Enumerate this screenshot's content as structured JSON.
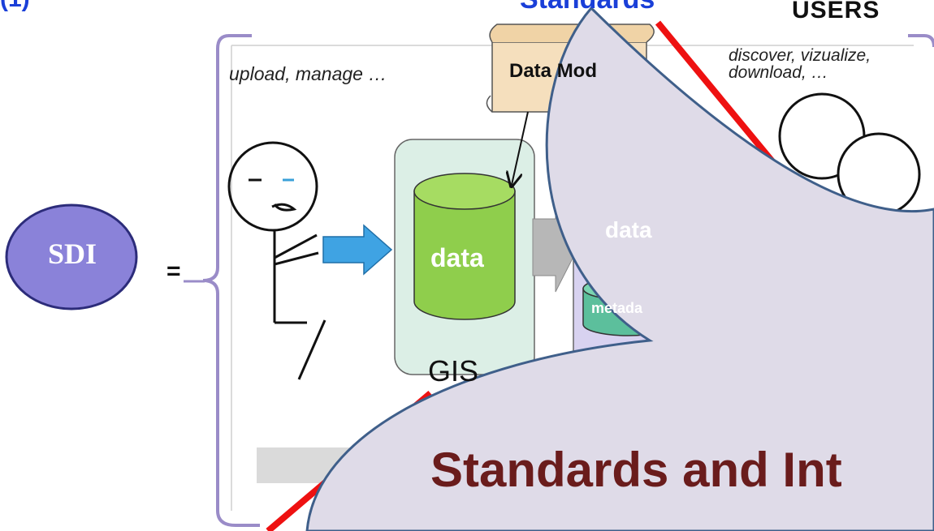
{
  "diagram": {
    "top_left_fragment": "(1)",
    "top_standards_fragment": "Standards",
    "users_title": "USERS",
    "upload_label": "upload, manage …",
    "discover_label_line1": "discover, vizualize,",
    "discover_label_line2": "download, …",
    "datamodel_label": "Data Mod",
    "sdi_label": "SDI",
    "equals": "=",
    "gis_data_label": "data",
    "service_data_label": "data",
    "metadata_label": "metada",
    "gis_label": "GIS"
  },
  "overlay": {
    "page_curl_title": "Standards and Int"
  },
  "colors": {
    "sdi_ellipse": "#8a82d9",
    "gis_panel": "#dcefe6",
    "gis_cylinder": "#8fce4c",
    "service_panel": "#d8d2f0",
    "service_cylinder": "#5cbf9c",
    "arrow_blue": "#3fa3e3",
    "arrow_gray": "#b7b7b7",
    "bracket": "#9a8cc8",
    "scroll_fill": "#f5dfbd",
    "red_line": "#ee1111",
    "curl_fill": "#dfdbe8",
    "curl_border": "#3f5f8a",
    "curl_title": "#6a1c1c"
  }
}
